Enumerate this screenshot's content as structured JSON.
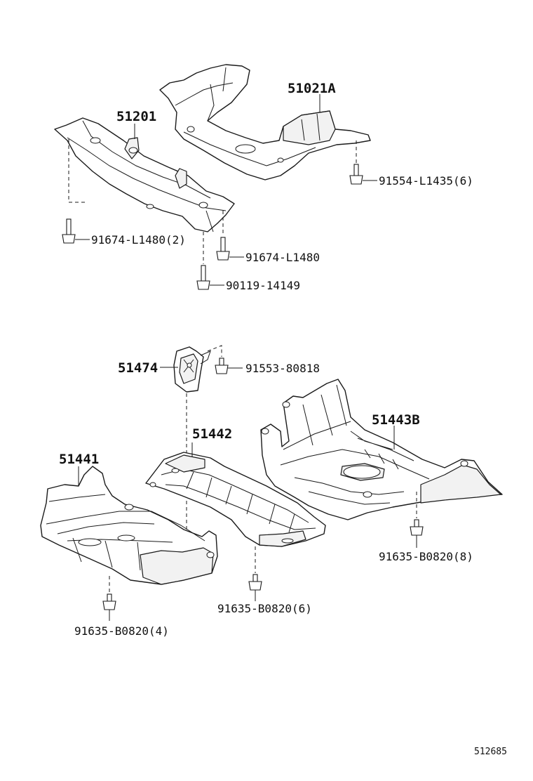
{
  "parts": {
    "p51021A": "51021A",
    "p51201": "51201",
    "p51474": "51474",
    "p51442": "51442",
    "p51443B": "51443B",
    "p51441": "51441"
  },
  "fasteners": {
    "f91554": "91554-L1435(6)",
    "f91674x2": "91674-L1480(2)",
    "f91674": "91674-L1480",
    "f90119": "90119-14149",
    "f91553": "91553-80818",
    "f91635x8": "91635-B0820(8)",
    "f91635x6": "91635-B0820(6)",
    "f91635x4": "91635-B0820(4)"
  },
  "document_id": "512685"
}
